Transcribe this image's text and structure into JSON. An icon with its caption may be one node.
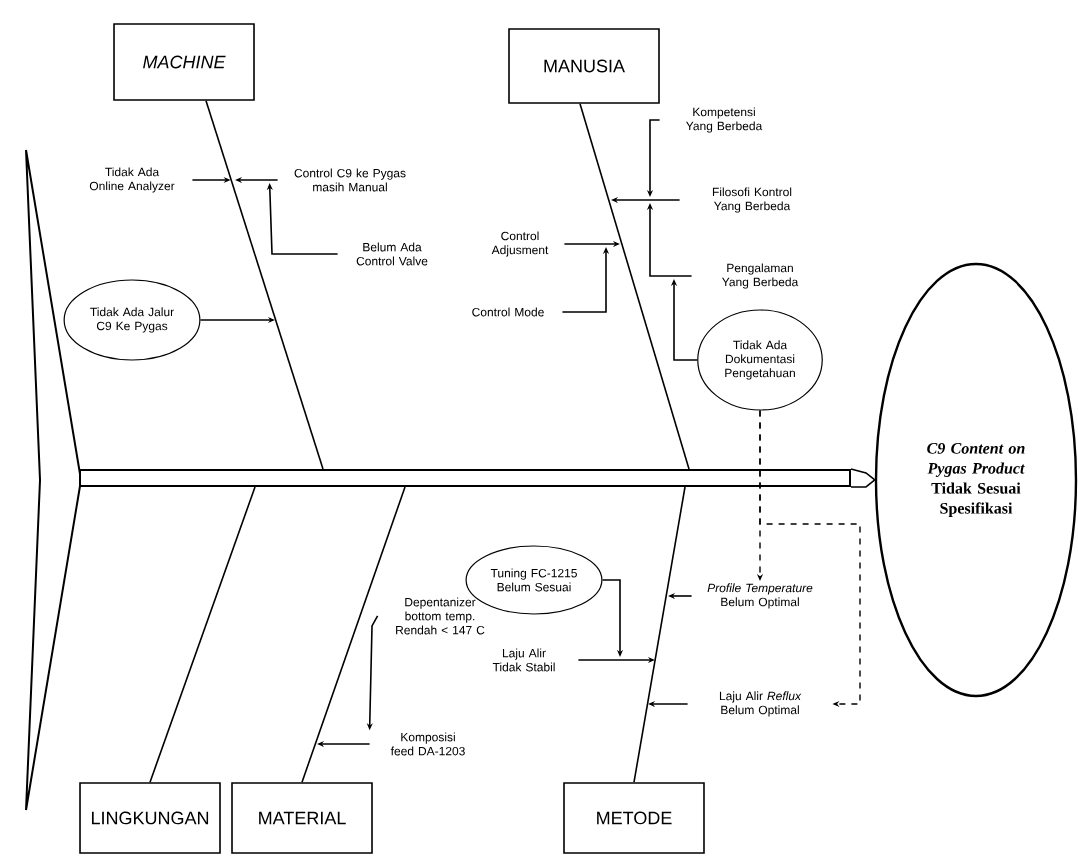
{
  "diagram": {
    "nodes": [
      {
        "text": [
          "MACHINE"
        ]
      },
      {
        "text": [
          "MANUSIA"
        ]
      },
      {
        "text": [
          "Tidak Ada Online Analyzer"
        ]
      },
      {
        "text": [
          "Control C9 ke Pygas masih Manual"
        ]
      },
      {
        "text": [
          "Kompetensi Yang Berbeda"
        ]
      },
      {
        "text": [
          "Filosofi Kontrol Yang Berbeda"
        ]
      },
      {
        "text": [
          "Control Adjusment"
        ]
      },
      {
        "text": [
          "Belum Ada Control Valve"
        ]
      },
      {
        "text": [
          "Pengalaman Yang Berbeda"
        ]
      },
      {
        "text": [
          "Control Mode"
        ]
      },
      {
        "text": [
          "Tidak Ada Jalur C9 Ke Pygas"
        ]
      },
      {
        "text": [
          "Tidak Ada Dokumentasi Pengetahuan"
        ]
      },
      {
        "text": [],
        "shape": "bar"
      },
      {
        "text": [
          "*C9 Content on Pygas Product* Tidak Sesuai Spesifikasi"
        ]
      },
      {
        "text": [
          "Tuning FC-1215 Belum Sesuai"
        ]
      },
      {
        "text": [
          "*Profile Temperature* Belum Optimal"
        ]
      },
      {
        "text": [
          "Depentanizer bottom temp. Rendah < 147 C"
        ]
      },
      {
        "text": [
          "Laju Alir Tidak Stabil"
        ]
      },
      {
        "text": [
          "Laju Alir *Reflux* Belum Optimal"
        ]
      },
      {
        "text": [
          "Komposisi feed DA-1203"
        ]
      },
      {
        "text": [
          "LINGKUNGAN"
        ]
      },
      {
        "text": [
          "MATERIAL"
        ]
      },
      {
        "text": [
          "METODE"
        ]
      }
    ],
    "edges": [
      {
        "from": 0,
        "to": 12,
        "arrow": "none"
      },
      {
        "from": 1,
        "to": 12,
        "arrow": "none"
      },
      {
        "from": 20,
        "to": 12,
        "arrow": "none"
      },
      {
        "from": 21,
        "to": 12,
        "arrow": "none"
      },
      {
        "from": 22,
        "to": 12,
        "arrow": "none"
      },
      {
        "from": 12,
        "to": 13,
        "arrow": "none"
      },
      {
        "from": 2,
        "to": null,
        "arrow": "to"
      },
      {
        "from": 3,
        "to": null,
        "arrow": "to"
      },
      {
        "from": 7,
        "to": 3,
        "arrow": "to"
      },
      {
        "from": 10,
        "to": null,
        "arrow": "to"
      },
      {
        "from": 4,
        "to": null,
        "arrow": "to"
      },
      {
        "from": 5,
        "to": null,
        "arrow": "to"
      },
      {
        "from": 8,
        "to": null,
        "arrow": "to"
      },
      {
        "from": 6,
        "to": null,
        "arrow": "to"
      },
      {
        "from": 9,
        "to": null,
        "arrow": "to"
      },
      {
        "from": 11,
        "to": null,
        "arrow": "to"
      },
      {
        "from": 11,
        "to": 15,
        "arrow": "to",
        "style": "dashed"
      },
      {
        "from": 11,
        "to": 18,
        "arrow": "to",
        "style": "dashed"
      },
      {
        "from": 14,
        "to": null,
        "arrow": "to"
      },
      {
        "from": 15,
        "to": null,
        "arrow": "to"
      },
      {
        "from": 17,
        "to": null,
        "arrow": "to"
      },
      {
        "from": 18,
        "to": null,
        "arrow": "to"
      },
      {
        "from": 16,
        "to": 19,
        "arrow": "to"
      },
      {
        "from": 19,
        "to": null,
        "arrow": "to"
      }
    ]
  }
}
